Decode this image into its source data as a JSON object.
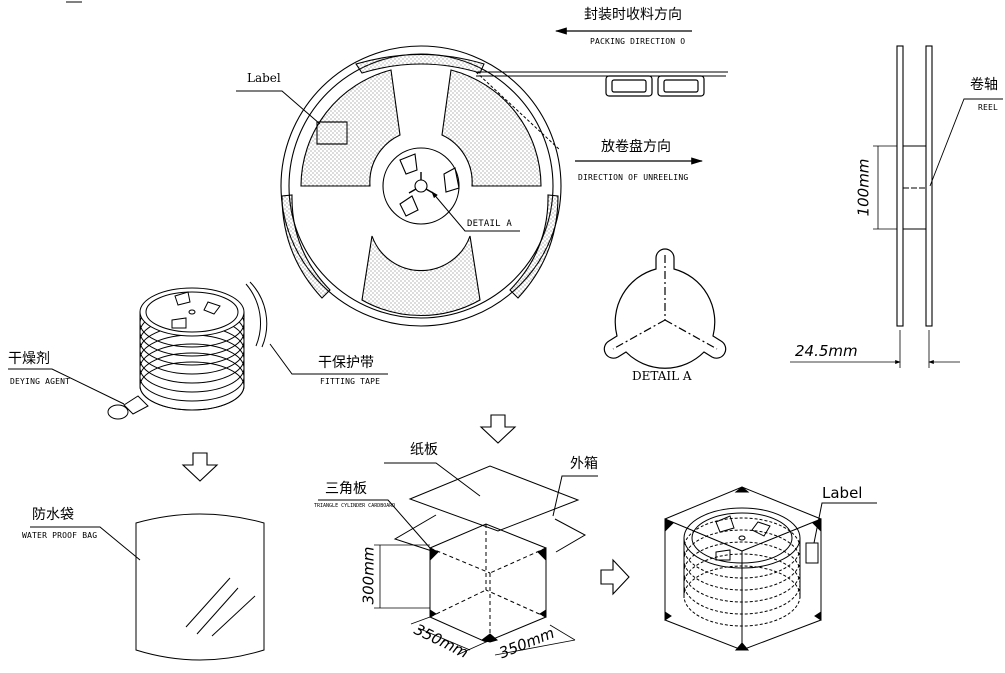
{
  "colors": {
    "line": "#000000",
    "background": "#ffffff",
    "fill_dots": "#c9c9c9"
  },
  "labels": {
    "packing_cn": "封装时收料方向",
    "packing_en": "PACKING DIRECTION O",
    "label_reel": "Label",
    "unreel_cn": "放卷盘方向",
    "unreel_en": "DIRECTION OF UNREELING",
    "detail_a_callout": "DETAIL A",
    "detail_a_title": "DETAIL A",
    "reel_cn": "卷轴",
    "reel_en": "REEL",
    "dim_100": "100mm",
    "dim_24": "24.5mm",
    "drying_cn": "干燥剂",
    "drying_en": "DEYING AGENT",
    "tape_cn": "干保护带",
    "tape_en": "FITTING TAPE",
    "bag_cn": "防水袋",
    "bag_en": "WATER PROOF BAG",
    "paper_cn": "纸板",
    "carton_cn": "外箱",
    "triangle_cn": "三角板",
    "triangle_en": "TRIANGLE CYLINDER CARDBOARD",
    "dim_300": "300mm",
    "dim_350_left": "350mm",
    "dim_350_right": "350mm",
    "label_box": "Label"
  }
}
